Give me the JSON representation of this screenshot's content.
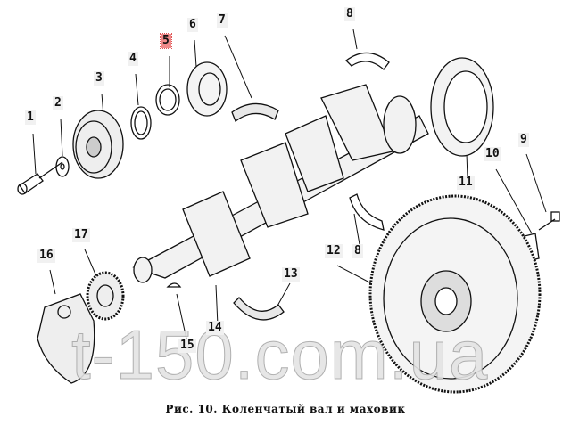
{
  "caption": "Рис. 10. Коленчатый вал и маховик",
  "watermark": "t-150.com.ua",
  "highlight_color": "#f08a8a",
  "labels": [
    "1",
    "2",
    "3",
    "4",
    "5",
    "6",
    "7",
    "8",
    "9",
    "10",
    "11",
    "12",
    "8",
    "13",
    "14",
    "15",
    "16",
    "17"
  ],
  "highlighted_label": "5"
}
